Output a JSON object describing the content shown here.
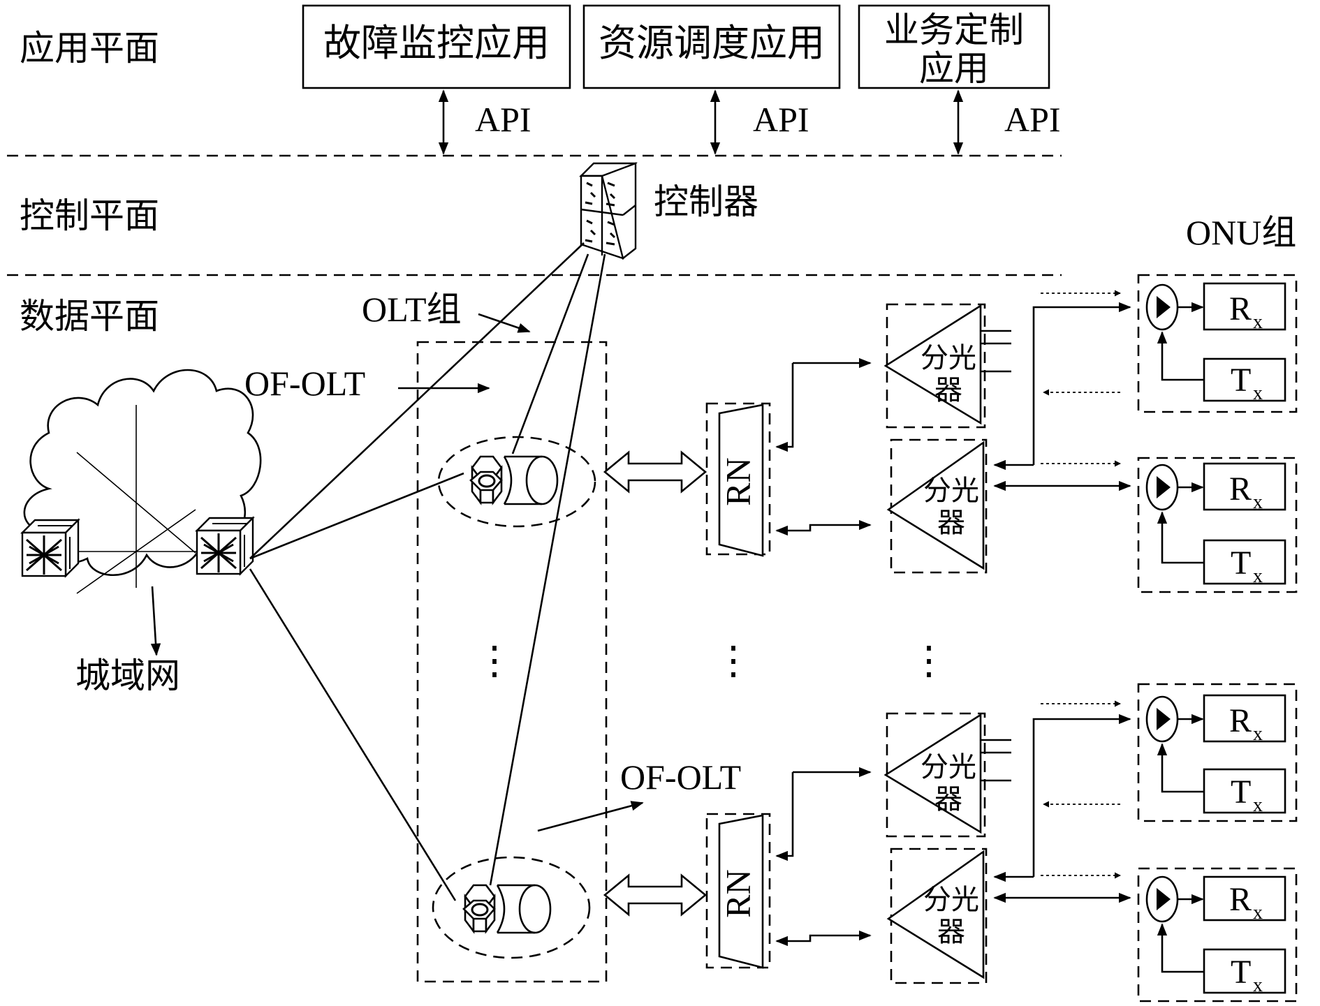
{
  "planes": {
    "application": "应用平面",
    "control": "控制平面",
    "data": "数据平面"
  },
  "apps": [
    {
      "label": "故障监控应用",
      "api": "API"
    },
    {
      "label": "资源调度应用",
      "api": "API"
    },
    {
      "label_line1": "业务定制",
      "label_line2": "应用",
      "api": "API"
    }
  ],
  "controller_label": "控制器",
  "metro_label": "城域网",
  "olt_group_label": "OLT组",
  "of_olt_label_top": "OF-OLT",
  "of_olt_label_bottom": "OF-OLT",
  "rn_label": "RN",
  "splitter_line1": "分光",
  "splitter_line2": "器",
  "onu_group_label": "ONU组",
  "rx_main": "R",
  "rx_sub": "x",
  "tx_main": "T",
  "tx_sub": "x",
  "ellipsis": "⋮"
}
